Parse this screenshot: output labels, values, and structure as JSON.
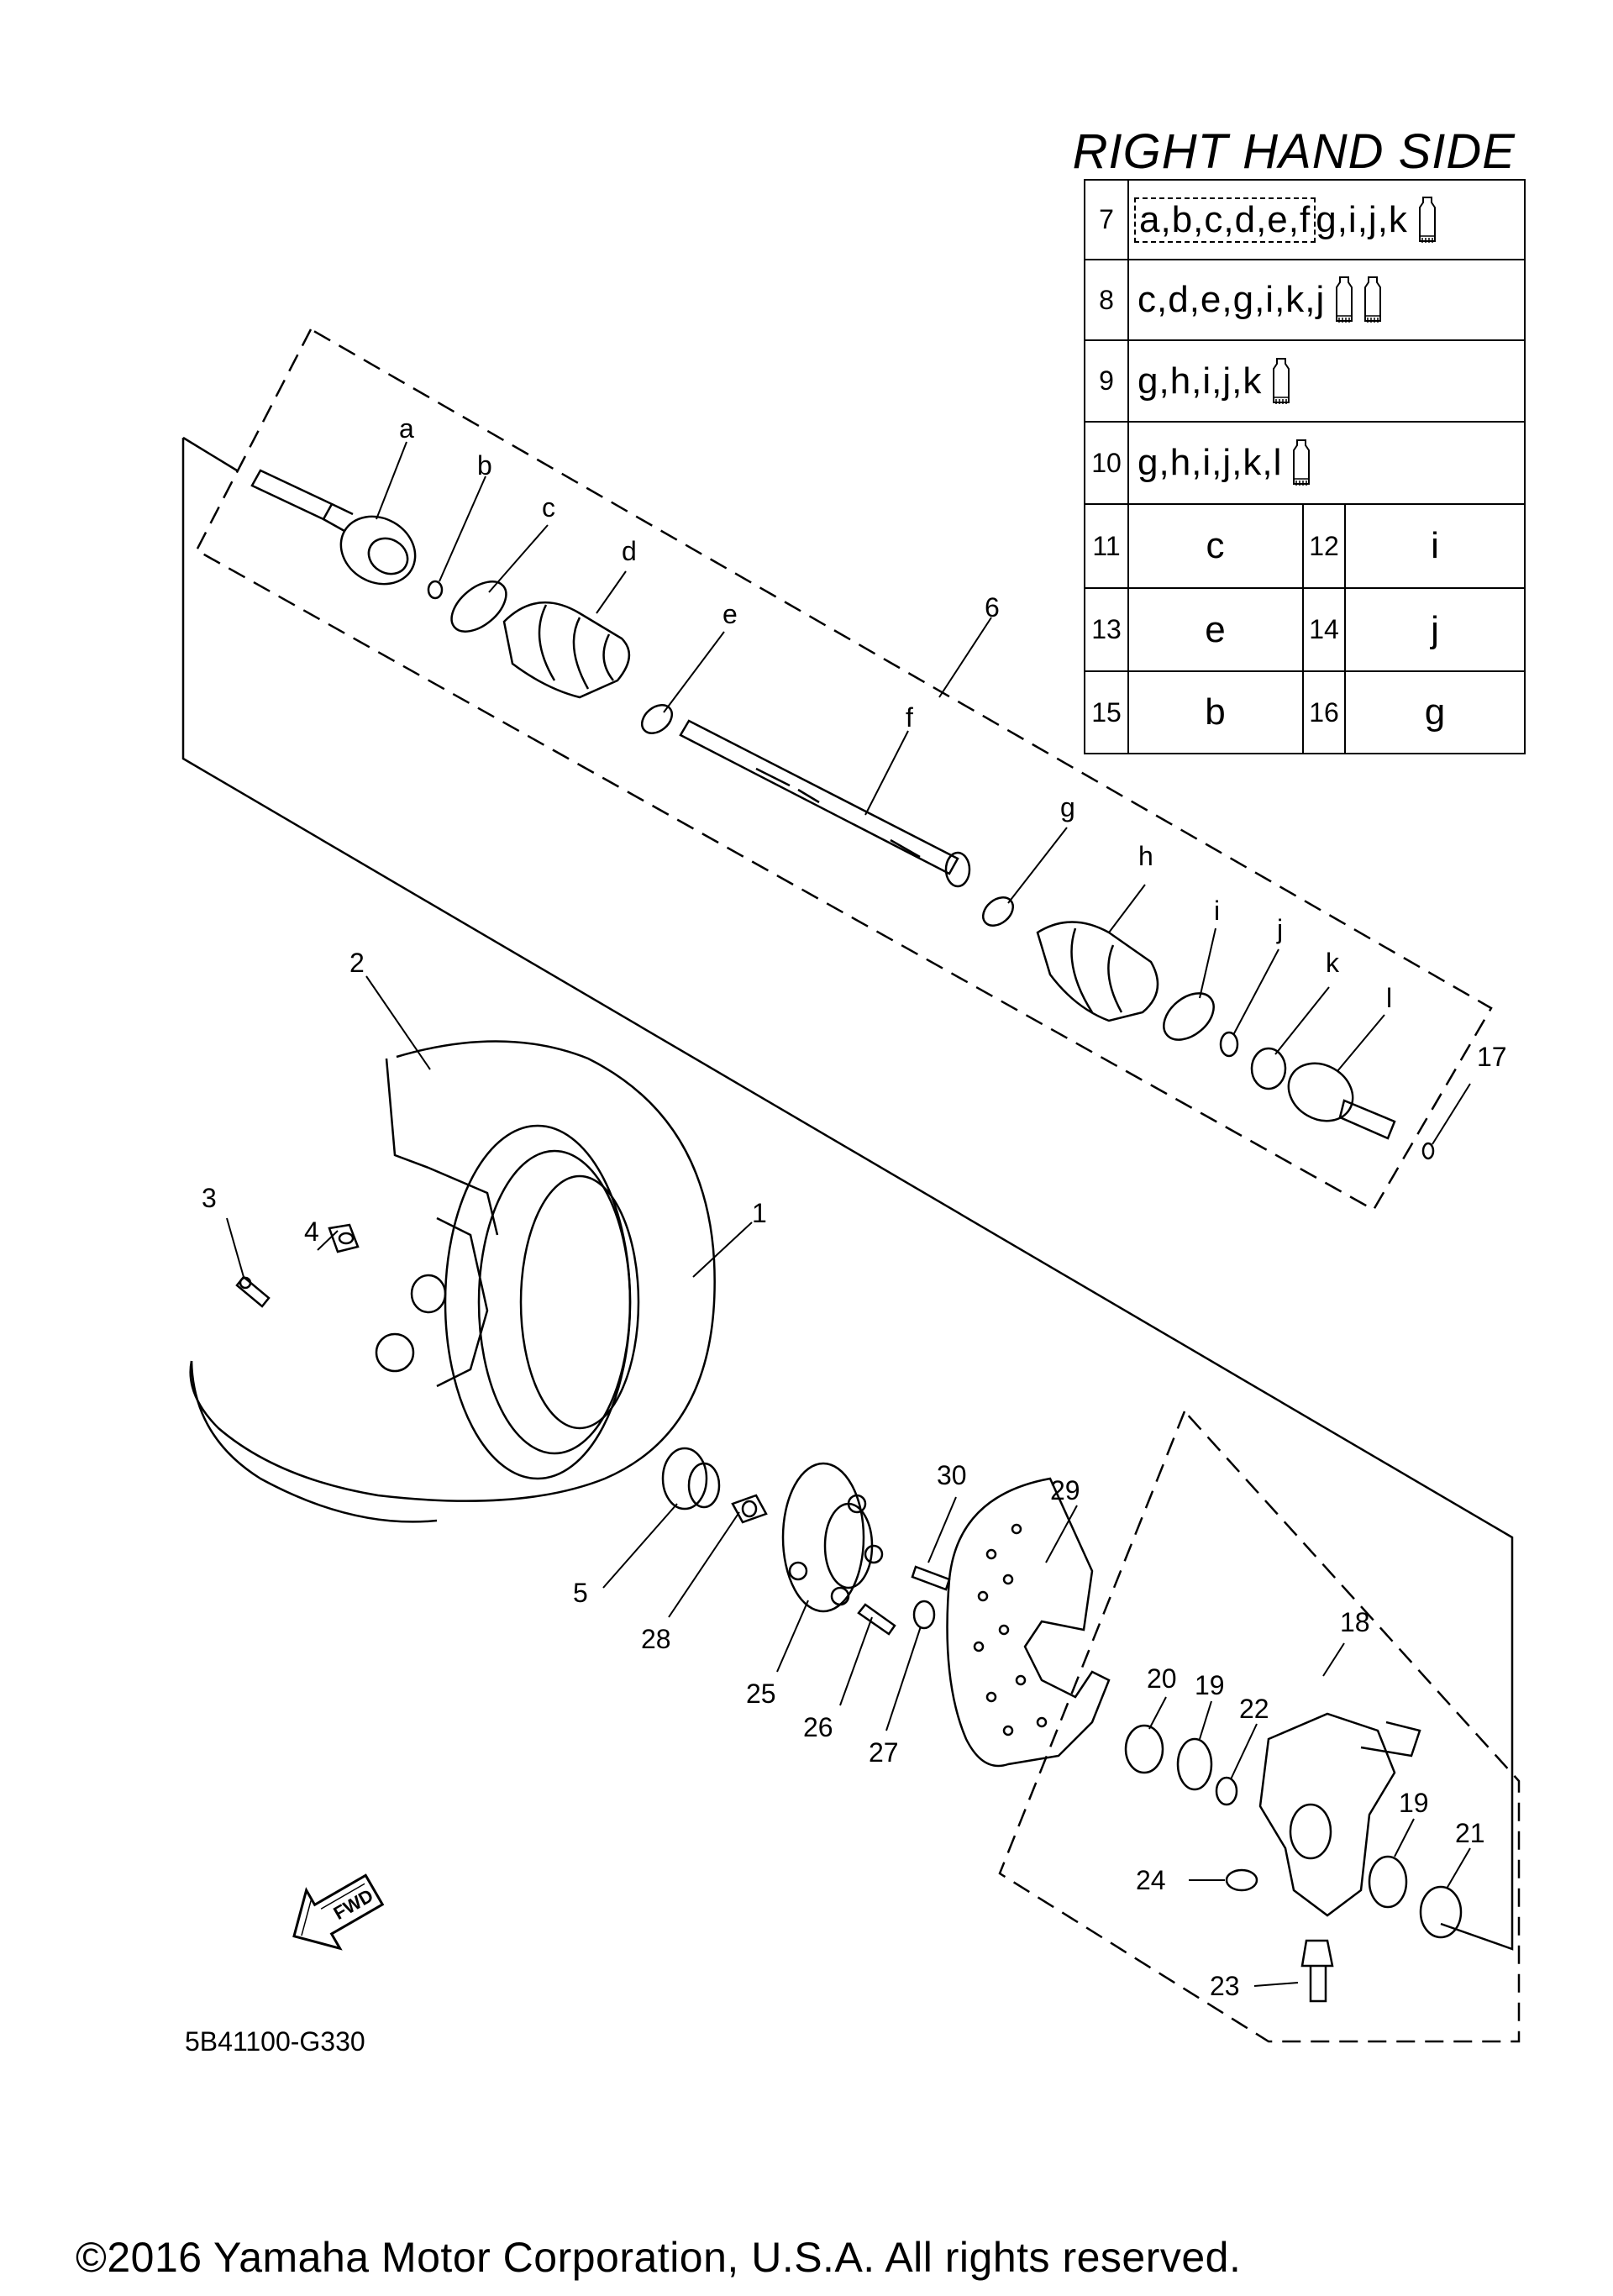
{
  "title": "RIGHT HAND SIDE",
  "diagram_code": "5B41100-G330",
  "copyright": "©2016 Yamaha Motor Corporation, U.S.A. All rights reserved.",
  "fwd_label": "FWD",
  "table": {
    "rows": [
      {
        "num": "7",
        "boxed": "a,b,c,d,e,f",
        "rest": "g,i,j,k",
        "tubes": 1
      },
      {
        "num": "8",
        "value": "c,d,e,g,i,k,j",
        "tubes": 2
      },
      {
        "num": "9",
        "value": "g,h,i,j,k",
        "tubes": 1
      },
      {
        "num": "10",
        "value": "g,h,i,j,k,l",
        "tubes": 1
      }
    ],
    "pairs": [
      {
        "num_a": "11",
        "val_a": "c",
        "num_b": "12",
        "val_b": "i"
      },
      {
        "num_a": "13",
        "val_a": "e",
        "num_b": "14",
        "val_b": "j"
      },
      {
        "num_a": "15",
        "val_a": "b",
        "num_b": "16",
        "val_b": "g"
      }
    ]
  },
  "letter_labels": [
    "a",
    "b",
    "c",
    "d",
    "e",
    "f",
    "g",
    "h",
    "i",
    "j",
    "k",
    "l"
  ],
  "part_labels": [
    "1",
    "2",
    "3",
    "4",
    "5",
    "6",
    "17",
    "18",
    "19",
    "19",
    "20",
    "21",
    "22",
    "23",
    "24",
    "25",
    "26",
    "27",
    "28",
    "29",
    "30"
  ],
  "icons": [
    "grease-tube-icon",
    "fwd-arrow-icon"
  ]
}
